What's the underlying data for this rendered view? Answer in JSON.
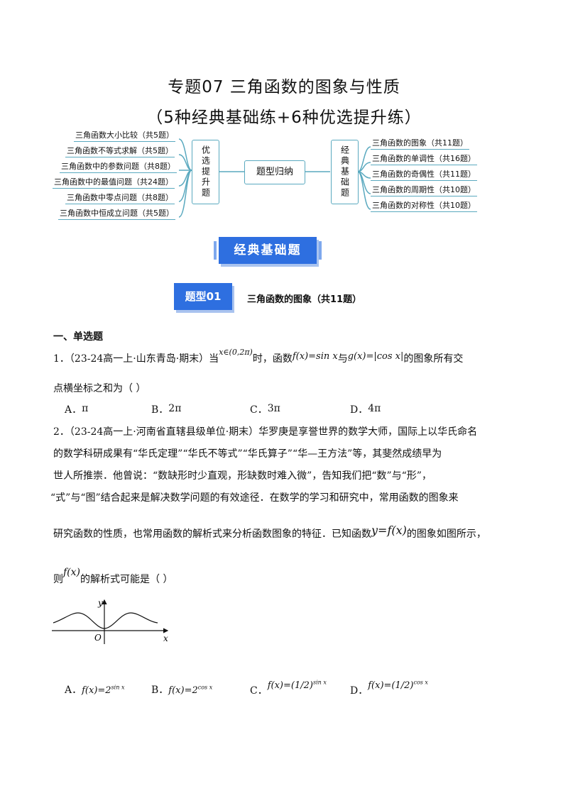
{
  "header": {
    "title_line1": "专题07  三角函数的图象与性质",
    "title_line2": "（5种经典基础练+6种优选提升练）"
  },
  "mindmap": {
    "center": "题型归纳",
    "left_group": "优选提升题",
    "right_group": "经典基础题",
    "left_items": [
      "三角函数大小比较（共5题）",
      "三角函数不等式求解（共5题）",
      "三角函数中的参数问题（共8题）",
      "三角函数中的最值问题（共24题）",
      "三角函数中零点问题（共8题）",
      "三角函数中恒成立问题（共5题）"
    ],
    "right_items": [
      "三角函数的图象（共11题）",
      "三角函数的单调性（共16题）",
      "三角函数的奇偶性（共11题）",
      "三角函数的周期性（共10题）",
      "三角函数的对称性（共10题）"
    ],
    "line_color": "#5aa9bf"
  },
  "section_banner": "经典基础题",
  "topic": {
    "tag": "题型01",
    "title": "三角函数的图象（共11题）"
  },
  "content": {
    "section_heading": "一、单选题",
    "q1": {
      "number": "1．",
      "source": "（23-24高一上·山东青岛·期末）当",
      "cond": "x∈(0,2π)",
      "text1": "时，函数",
      "f": "f(x)=sin x",
      "text2": "与",
      "g": "g(x)=|cos x|",
      "text3": "的图象所有交",
      "line2": "点横坐标之和为（    ）",
      "options": [
        {
          "label": "A．",
          "value": "π"
        },
        {
          "label": "B．",
          "value": "2π"
        },
        {
          "label": "C．",
          "value": "3π"
        },
        {
          "label": "D．",
          "value": "4π"
        }
      ]
    },
    "q2": {
      "number": "2．",
      "line1": "（23-24高一上·河南省直辖县级单位·期末）华罗庚是享誉世界的数学大师，国际上以华氏命名",
      "line2": "的数学科研成果有“华氏定理”“华氏不等式”“华氏算子”“华—王方法”等，其斐然成绩早为",
      "line3": "世人所推崇．他曾说：“数缺形时少直观，形缺数时难入微”，告知我们把“数”与“形”，",
      "line4": "“式”与“图”结合起来是解决数学问题的有效途径．在数学的学习和研究中，常用函数的图象来",
      "line5a": "研究函数的性质，也常用函数的解析式来分析函数图象的特征．已知函数",
      "line5math": "y=f(x)",
      "line5b": "的图象如图所示，",
      "line6a": "则",
      "line6math": "f(x)",
      "line6b": "的解析式可能是（    ）",
      "graph": {
        "y_label": "y",
        "x_label": "x",
        "origin": "O"
      },
      "options": [
        {
          "label": "A．",
          "base": "f(x)=2",
          "exp": "sin x"
        },
        {
          "label": "B．",
          "base": "f(x)=2",
          "exp": "cos x"
        },
        {
          "label": "C．",
          "base": "f(x)=(1/2)",
          "exp": "sin x"
        },
        {
          "label": "D．",
          "base": "f(x)=(1/2)",
          "exp": "cos x"
        }
      ]
    }
  }
}
